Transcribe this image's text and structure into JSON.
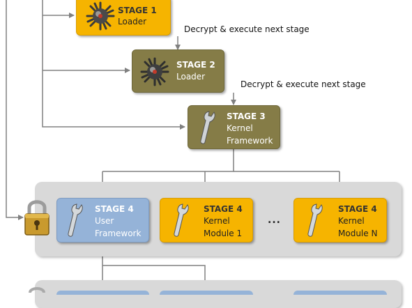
{
  "stage1": {
    "title": "STAGE 1",
    "sub": [
      "Loader"
    ],
    "icon": "spiked-mine-icon"
  },
  "stage2": {
    "title": "STAGE 2",
    "sub": [
      "Loader"
    ],
    "icon": "spiked-mine-icon"
  },
  "stage3": {
    "title": "STAGE 3",
    "sub": [
      "Kernel",
      "Framework"
    ],
    "icon": "wrench-icon"
  },
  "edges": {
    "s1_s2": "Decrypt & execute next stage",
    "s2_s3": "Decrypt & execute next stage"
  },
  "group4": {
    "items": [
      {
        "title": "STAGE 4",
        "sub": [
          "User",
          "Framework"
        ],
        "icon": "wrench-icon"
      },
      {
        "title": "STAGE 4",
        "sub": [
          "Kernel",
          "Module 1"
        ],
        "icon": "wrench-icon"
      },
      {
        "title": "STAGE 4",
        "sub": [
          "Kernel",
          "Module N"
        ],
        "icon": "wrench-icon"
      }
    ],
    "ellipsis": "...",
    "lock_icon": "padlock-icon"
  },
  "colors": {
    "yellow": "#f6b400",
    "olive": "#857c47",
    "blue": "#95b3d8",
    "panel": "#d9d9d9",
    "arrow": "#808080"
  }
}
